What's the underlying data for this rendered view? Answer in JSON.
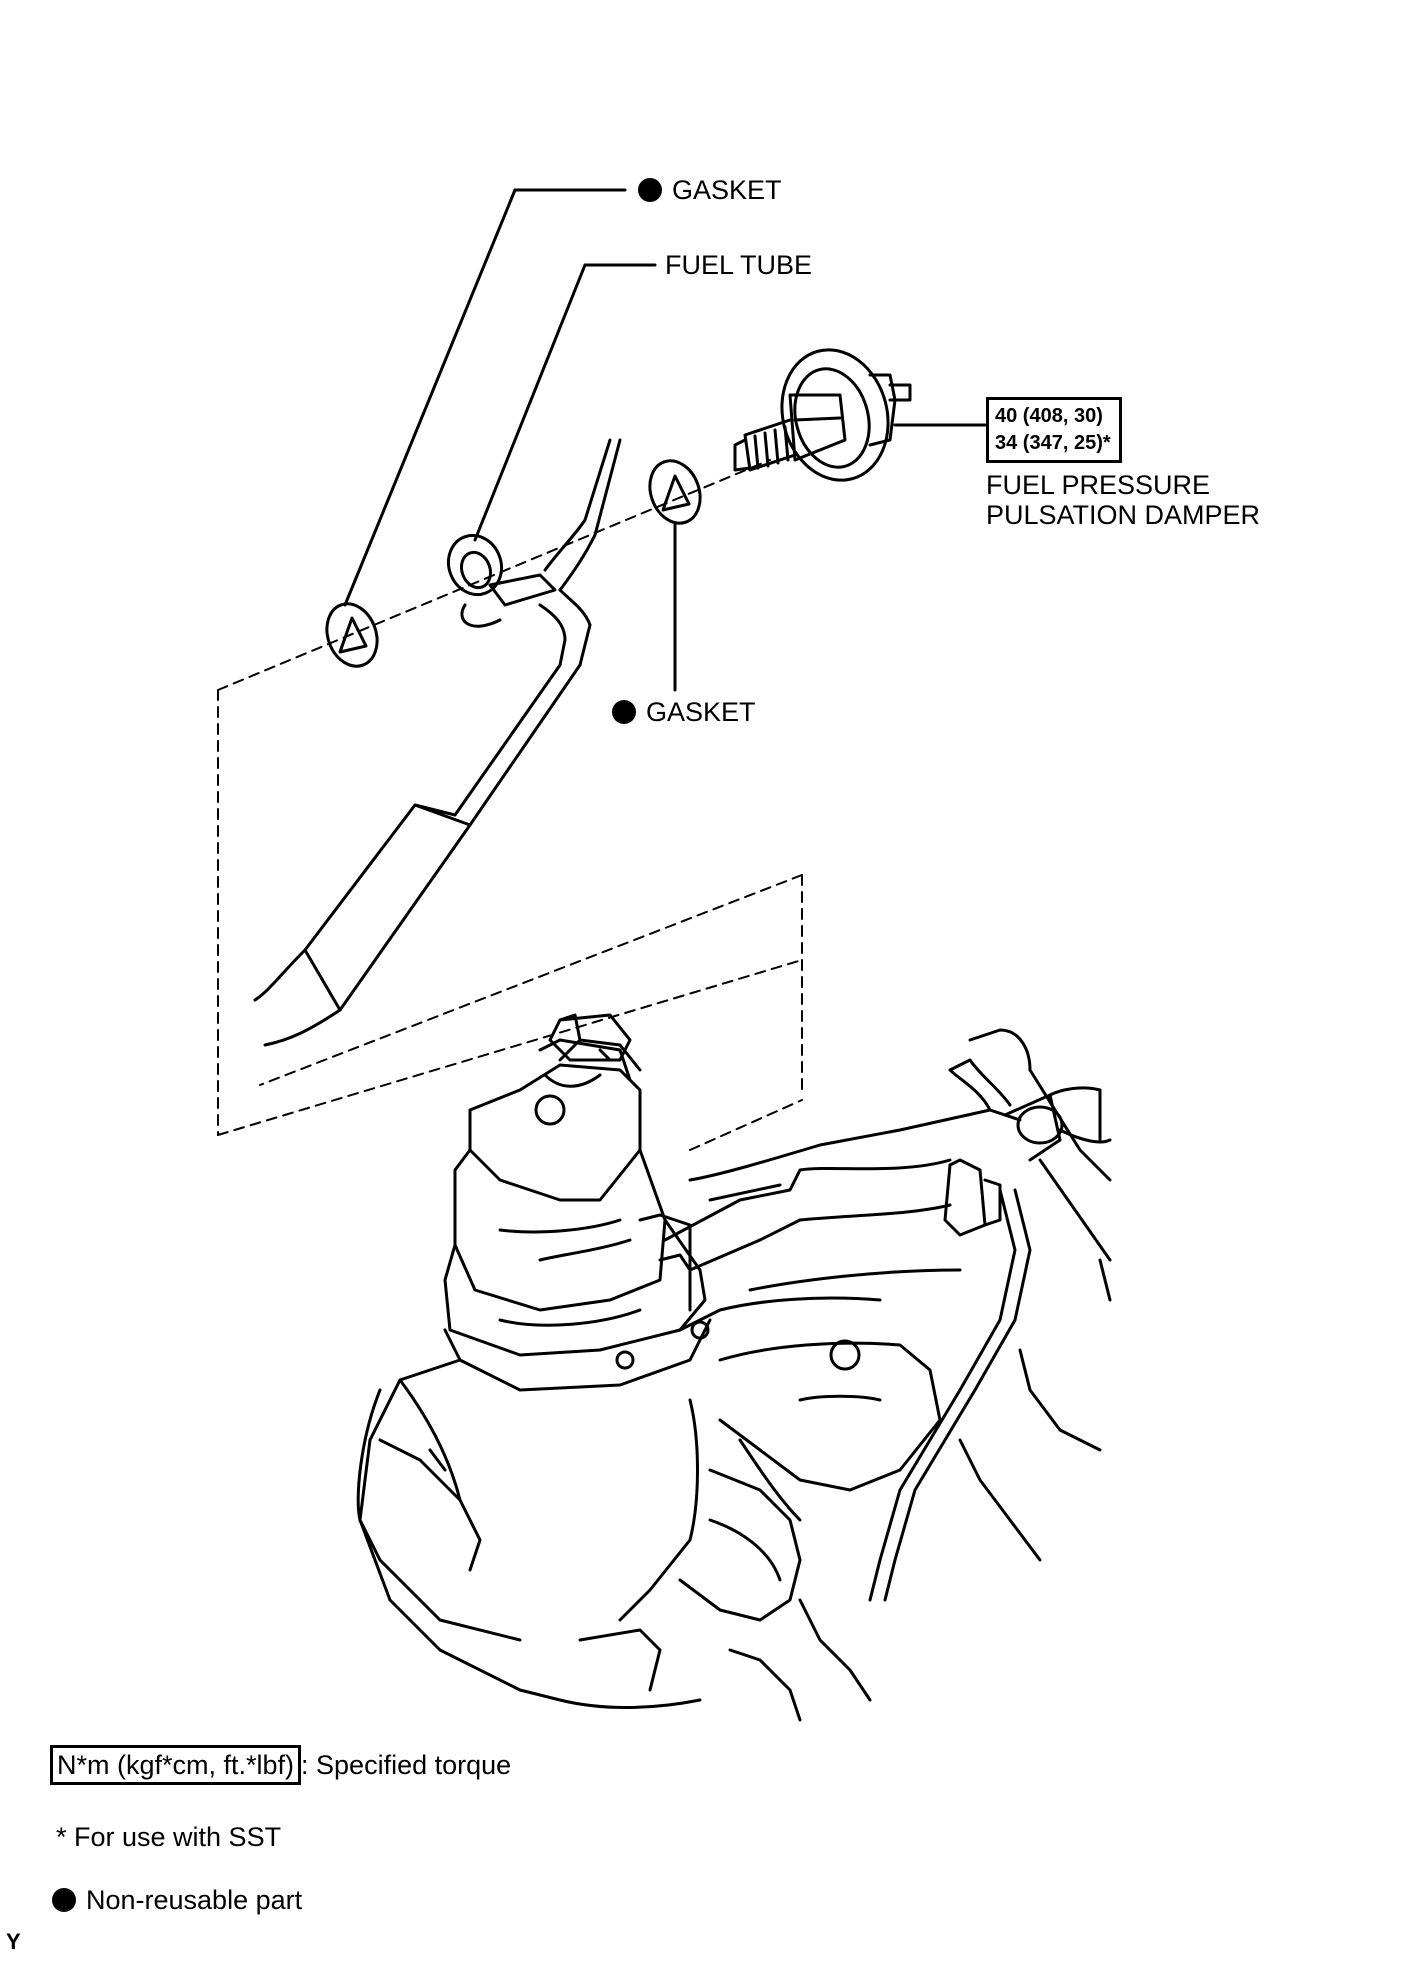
{
  "labels": {
    "gasket_top": "GASKET",
    "fuel_tube": "FUEL TUBE",
    "gasket_bottom": "GASKET",
    "damper_line1": "FUEL PRESSURE",
    "damper_line2": "PULSATION DAMPER"
  },
  "torque_spec": {
    "line1": "40 (408, 30)",
    "line2": "34 (347, 25)*"
  },
  "legend": {
    "torque_units": "N*m (kgf*cm, ft.*lbf)",
    "torque_desc": ": Specified torque",
    "sst_note": "* For use with SST",
    "non_reusable": "Non-reusable part"
  },
  "corner_mark": "Y",
  "colors": {
    "ink": "#000000",
    "paper": "#ffffff"
  }
}
